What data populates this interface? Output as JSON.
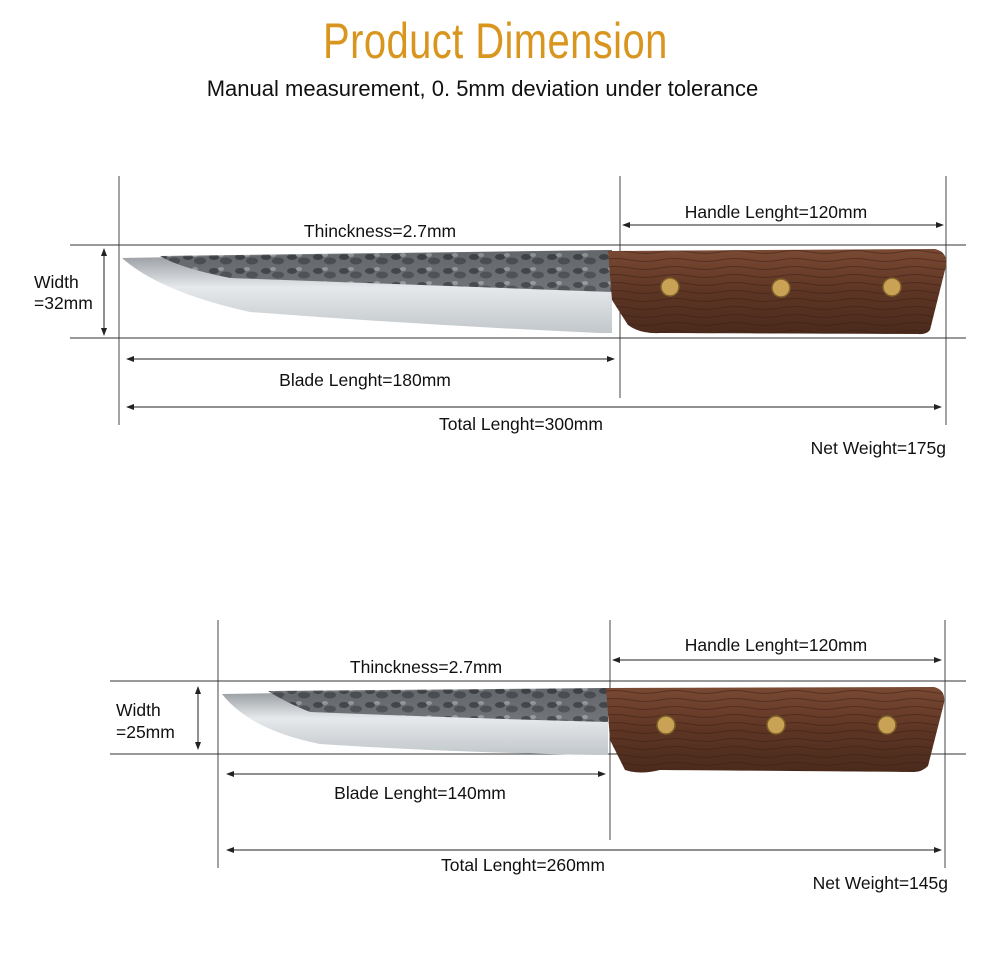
{
  "header": {
    "title": "Product Dimension",
    "subtitle": "Manual measurement, 0. 5mm deviation under tolerance"
  },
  "colors": {
    "title": "#d9961f",
    "handle_wood": "#6b3e2a",
    "rivet_brass": "#c9a255",
    "blade_steel": "#d9dde0",
    "hammered_finish": "#4a4e52"
  },
  "knives": [
    {
      "thickness": "Thinckness=2.7mm",
      "handle": "Handle Lenght=120mm",
      "width_line1": "Width",
      "width_line2": "=32mm",
      "blade": "Blade Lenght=180mm",
      "total": "Total Lenght=300mm",
      "weight": "Net Weight=175g"
    },
    {
      "thickness": "Thinckness=2.7mm",
      "handle": "Handle Lenght=120mm",
      "width_line1": "Width",
      "width_line2": "=25mm",
      "blade": "Blade Lenght=140mm",
      "total": "Total Lenght=260mm",
      "weight": "Net Weight=145g"
    }
  ]
}
